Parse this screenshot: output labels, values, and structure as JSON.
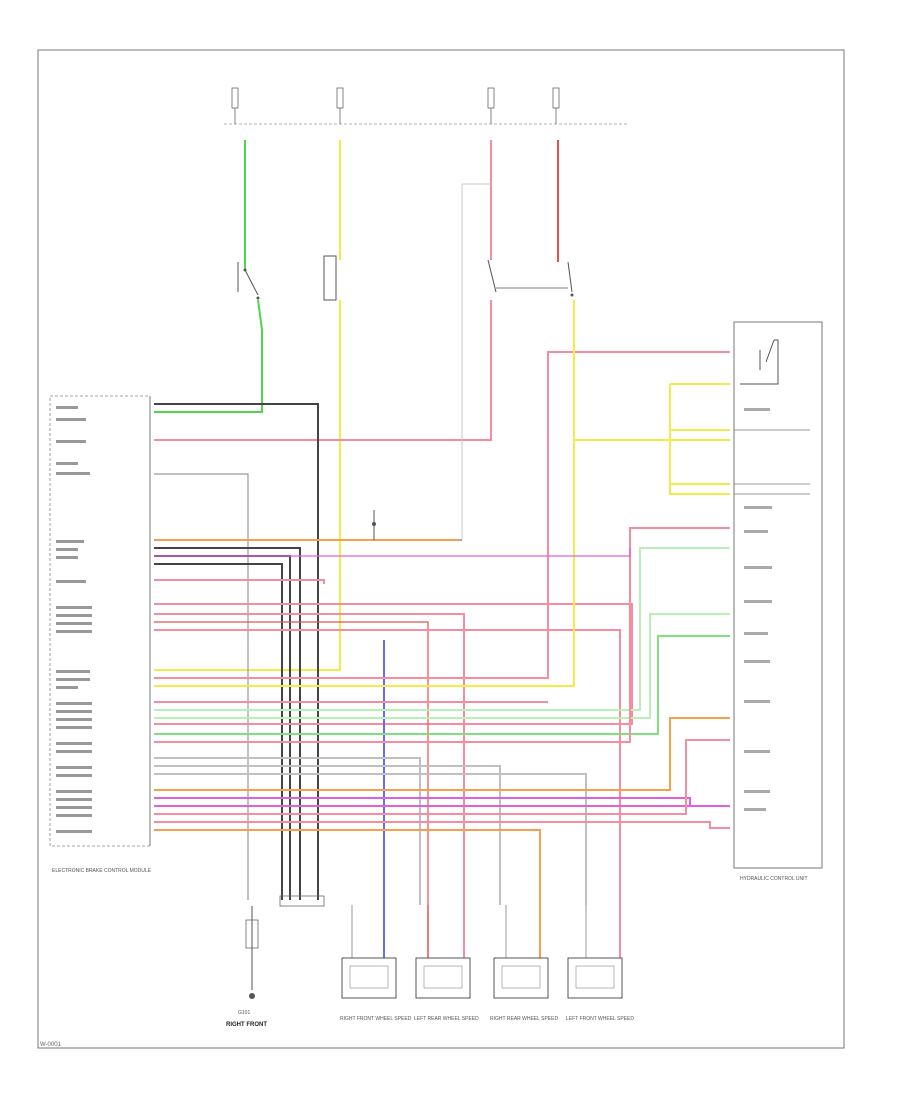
{
  "labels": {
    "ground": "G101",
    "ground_name": "RIGHT FRONT",
    "sensor_rf": "RIGHT FRONT WHEEL SPEED",
    "sensor_lr": "LEFT REAR WHEEL SPEED",
    "sensor_rr": "RIGHT REAR WHEEL SPEED",
    "sensor_lf": "LEFT FRONT WHEEL SPEED",
    "ecu": "ELECTRONIC BRAKE CONTROL MODULE",
    "hcu": "HYDRAULIC CONTROL UNIT",
    "ref_code": "W-0001"
  },
  "colors": {
    "wire_green": "#4fd64f",
    "wire_yellow": "#f2ec4a",
    "wire_pink": "#f58ca0",
    "wire_red": "#e8504a",
    "wire_orange": "#f5a050",
    "wire_magenta": "#e060e0",
    "wire_blue": "#6a6af0",
    "wire_black": "#444444",
    "wire_gray": "#9a9a9a",
    "border": "#777777"
  }
}
